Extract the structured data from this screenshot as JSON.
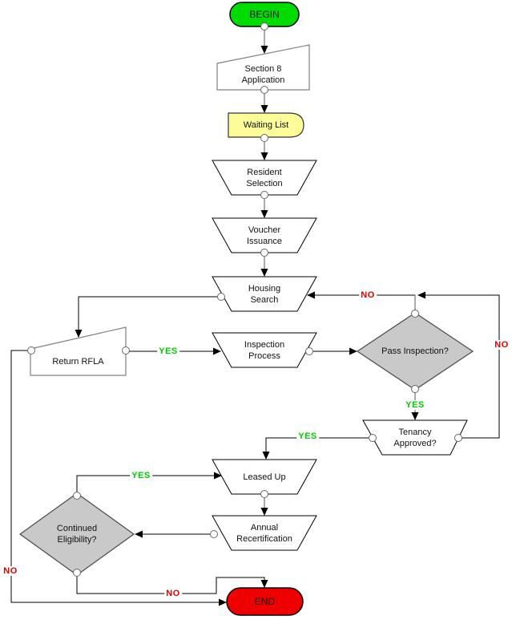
{
  "diagram": {
    "nodes": {
      "begin": "BEGIN",
      "section8_application": "Section 8\nApplication",
      "waiting_list": "Waiting List",
      "resident_selection": "Resident\nSelection",
      "voucher_issuance": "Voucher\nIssuance",
      "housing_search": "Housing\nSearch",
      "return_rfla": "Return RFLA",
      "inspection_process": "Inspection\nProcess",
      "pass_inspection": "Pass Inspection?",
      "tenancy_approved": "Tenancy\nApproved?",
      "leased_up": "Leased Up",
      "annual_recertification": "Annual\nRecertification",
      "continued_eligibility": "Continued\nEligibility?",
      "end": "END"
    },
    "edge_labels": {
      "rfla_yes_to_inspection": "YES",
      "pass_no_to_housing": "NO",
      "tenancy_no_up_right": "NO",
      "pass_yes_to_tenancy": "YES",
      "tenancy_yes_to_leased": "YES",
      "eligibility_yes_to_leased": "YES",
      "eligibility_no_to_end": "NO",
      "rfla_no_to_end": "NO"
    },
    "colors": {
      "terminator_green": "#00DC00",
      "terminator_red": "#EE0000",
      "delay_yellow": "#FCFC99",
      "decision_gray": "#C9C9C9",
      "process_white": "#FFFFFF",
      "yes_label_green": "#00CC00",
      "no_label_red": "#E00000"
    }
  }
}
